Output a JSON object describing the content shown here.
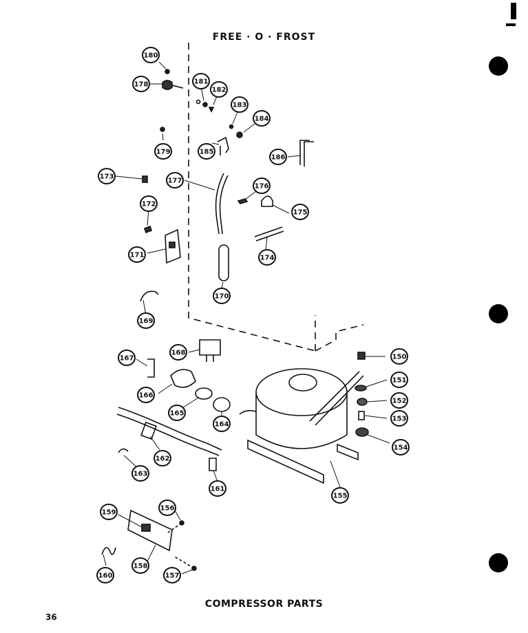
{
  "header": {
    "title": "FREE · O · FROST"
  },
  "footer": {
    "caption": "COMPRESSOR PARTS",
    "page_number": "36"
  },
  "callouts": [
    "180",
    "178",
    "181",
    "182",
    "183",
    "184",
    "179",
    "185",
    "186",
    "173",
    "177",
    "176",
    "172",
    "175",
    "171",
    "174",
    "170",
    "169",
    "168",
    "150",
    "167",
    "151",
    "166",
    "152",
    "165",
    "164",
    "153",
    "154",
    "162",
    "163",
    "161",
    "155",
    "159",
    "156",
    "160",
    "158",
    "157"
  ]
}
